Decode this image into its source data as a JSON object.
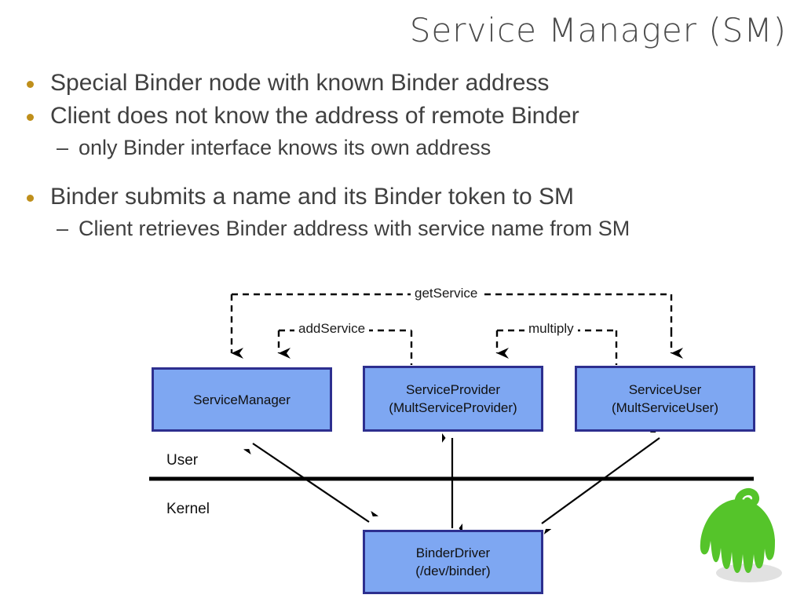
{
  "slide": {
    "title": "Service Manager (SM)",
    "bullets": [
      {
        "level": 1,
        "marker": "bullet-dot",
        "text": "Special Binder node with known Binder address"
      },
      {
        "level": 1,
        "marker": "bullet-dot",
        "text": "Client does not know the address of remote Binder"
      },
      {
        "level": 2,
        "marker": "dash",
        "dash": "–",
        "text": "only Binder interface knows its own address"
      },
      {
        "level": 1,
        "marker": "bullet-dot",
        "text": "Binder submits a name and its Binder token to SM"
      },
      {
        "level": 2,
        "marker": "dash",
        "dash": "–",
        "text": "Client retrieves Binder address with service name from SM"
      }
    ]
  },
  "diagram": {
    "nodes": [
      {
        "id": "servicemanager",
        "line1": "ServiceManager",
        "line2": ""
      },
      {
        "id": "serviceprovider",
        "line1": "ServiceProvider",
        "line2": "(MultServiceProvider)"
      },
      {
        "id": "serviceuser",
        "line1": "ServiceUser",
        "line2": "(MultServiceUser)"
      },
      {
        "id": "binderdriver",
        "line1": "BinderDriver",
        "line2": "(/dev/binder)"
      }
    ],
    "edge_labels": {
      "getservice": "getService",
      "addservice": "addService",
      "multiply": "multiply"
    },
    "layer_labels": {
      "user": "User",
      "kernel": "Kernel"
    },
    "colors": {
      "node_fill": "#7ea7f2",
      "node_border": "#2d2f8f",
      "connector": "#000000",
      "mascot_green": "#55c42a",
      "bullet_gold": "#bf8f1b",
      "title_gray": "#4a4a4a"
    }
  }
}
